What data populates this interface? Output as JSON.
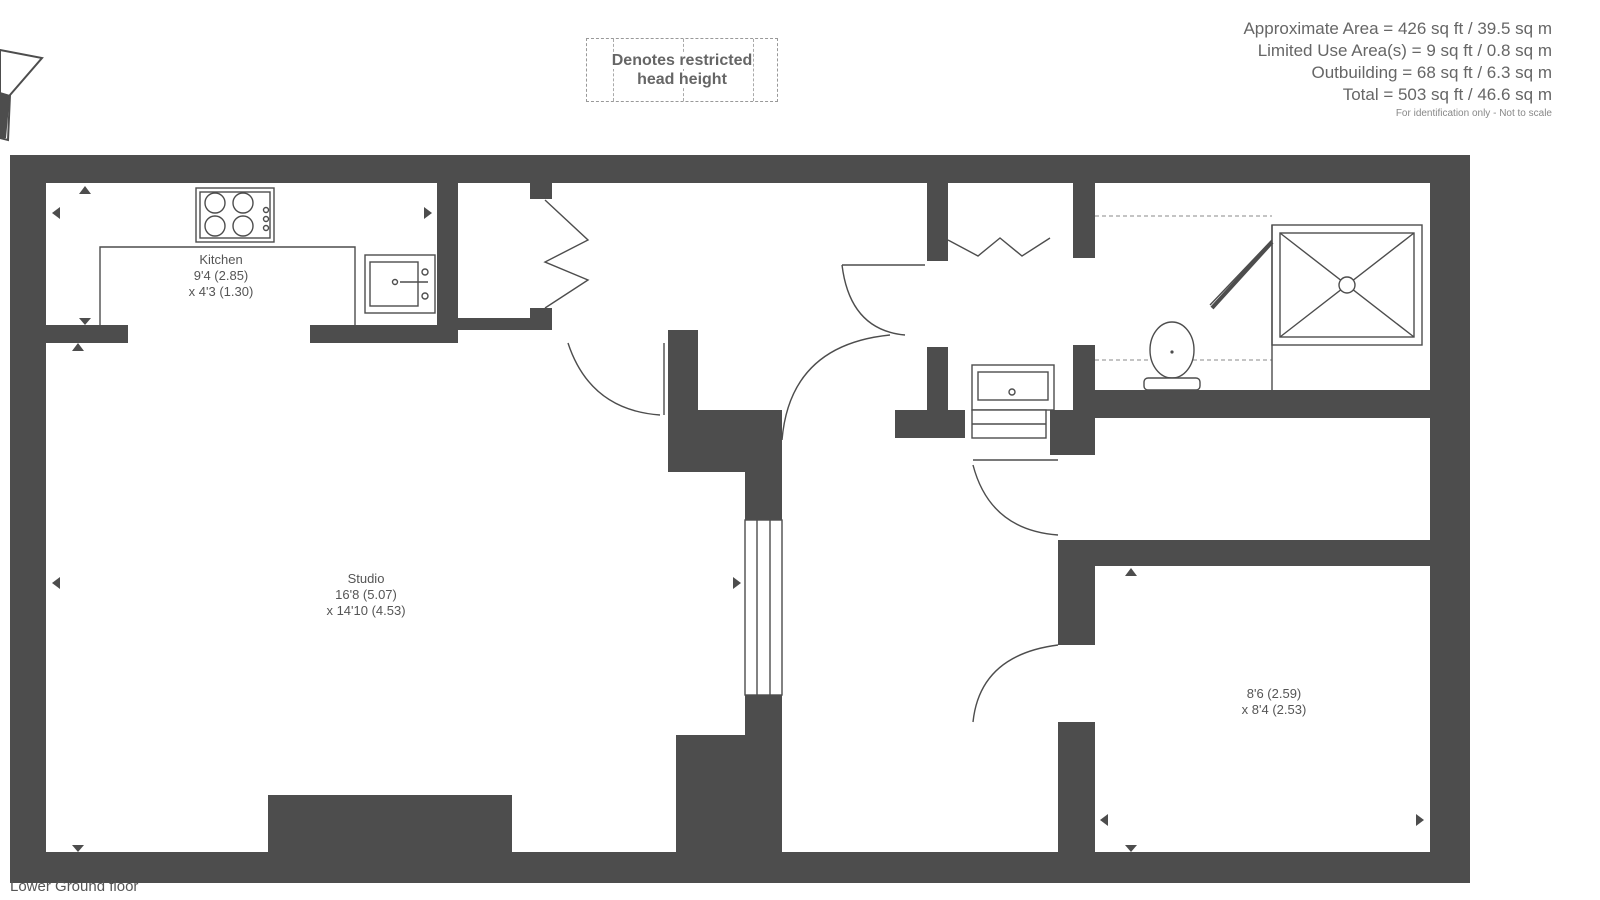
{
  "areas": {
    "approximate": "Approximate Area = 426 sq ft / 39.5 sq m",
    "limited_use": "Limited Use Area(s) = 9 sq ft / 0.8 sq m",
    "outbuilding": "Outbuilding = 68 sq ft / 6.3 sq m",
    "total": "Total = 503 sq ft / 46.6 sq m",
    "note": "For identification only - Not to scale"
  },
  "legend": {
    "line1": "Denotes restricted",
    "line2": "head height"
  },
  "rooms": {
    "kitchen": {
      "name": "Kitchen",
      "dim1": "9'4 (2.85)",
      "dim2": "x 4'3 (1.30)"
    },
    "studio": {
      "name": "Studio",
      "dim1": "16'8 (5.07)",
      "dim2": "x 14'10 (4.53)"
    },
    "bedroom": {
      "dim1": "8'6 (2.59)",
      "dim2": "x 8'4 (2.53)"
    }
  },
  "floor_label": "Lower Ground floor",
  "colors": {
    "wall": "#4d4d4d",
    "text": "#555555"
  },
  "icons": [
    "compass-icon",
    "hob-icon",
    "sink-icon",
    "shower-icon",
    "toilet-icon",
    "basin-icon"
  ]
}
